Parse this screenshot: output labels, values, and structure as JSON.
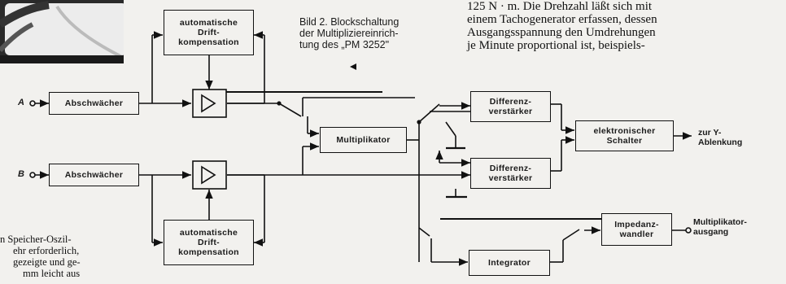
{
  "figure": {
    "caption_lines": [
      "Bild 2. Blockschaltung",
      "der Multipliziereinrich-",
      "tung des „PM 3252\""
    ],
    "input_a": "A",
    "input_b": "B",
    "blocks": {
      "atten_a": "Abschwächer",
      "atten_b": "Abschwächer",
      "drift_top": [
        "automatische",
        "Drift-",
        "kompensation"
      ],
      "drift_bottom": [
        "automatische",
        "Drift-",
        "kompensation"
      ],
      "multiplier": "Multiplikator",
      "diff_top": [
        "Differenz-",
        "verstärker"
      ],
      "diff_bottom": [
        "Differenz-",
        "verstärker"
      ],
      "switch": [
        "elektronischer",
        "Schalter"
      ],
      "integrator": "Integrator",
      "impedance": [
        "Impedanz-",
        "wandler"
      ]
    },
    "outputs": {
      "y_deflection": [
        "zur Y-",
        "Ablenkung"
      ],
      "multiplier_out": [
        "Multiplikator-",
        "ausgang"
      ]
    }
  },
  "article": {
    "right_lines": [
      "125 N · m. Die Drehzahl läßt sich mit",
      "einem Tachogenerator erfassen, dessen",
      "Ausgangsspannung den Umdrehungen",
      "je Minute proportional ist, beispiels-"
    ],
    "left_lines": [
      "n Speicher-Oszil-",
      "ehr erforderlich,",
      "gezeigte und ge-",
      "mm leicht aus"
    ]
  }
}
